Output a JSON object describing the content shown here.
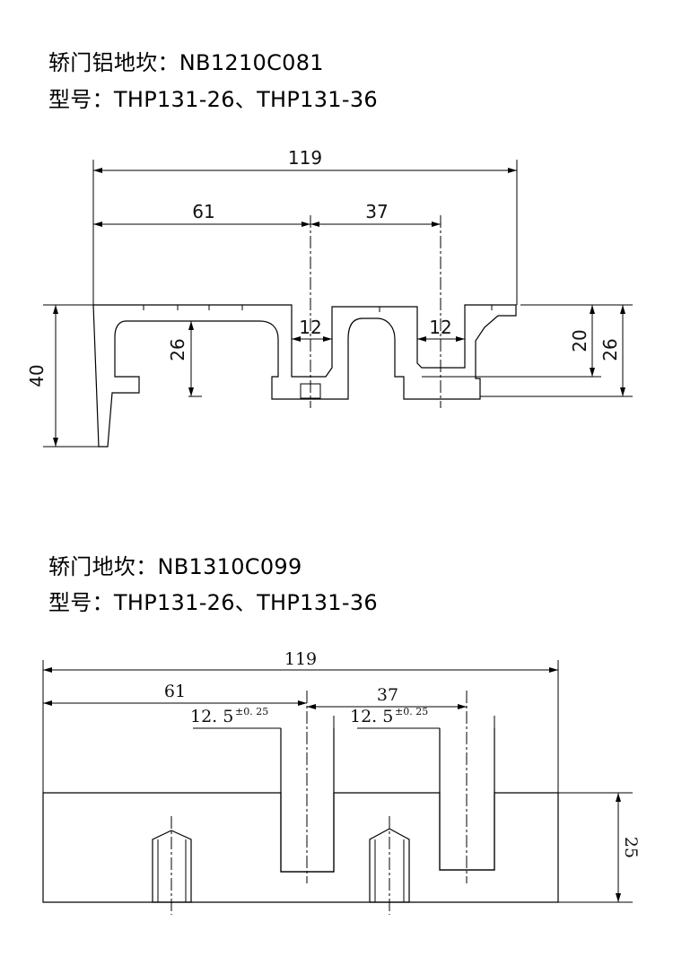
{
  "section1": {
    "title": "轿门铝地坎：NB1210C081",
    "model": "型号：THP131-26、THP131-36",
    "dims": {
      "overall_width": "119",
      "left_span": "61",
      "right_span": "37",
      "slot1_width": "12",
      "slot2_width": "12",
      "total_height": "40",
      "inner_height": "26",
      "right_height_a": "20",
      "right_height_b": "26"
    }
  },
  "section2": {
    "title": "轿门地坎：NB1310C099",
    "model": "型号：THP131-26、THP131-36",
    "dims": {
      "overall_width": "119",
      "left_span": "61",
      "right_span": "37",
      "slot1_width": "12. 5",
      "slot1_tol": "±0. 25",
      "slot2_width": "12. 5",
      "slot2_tol": "±0. 25",
      "height": "25"
    }
  }
}
